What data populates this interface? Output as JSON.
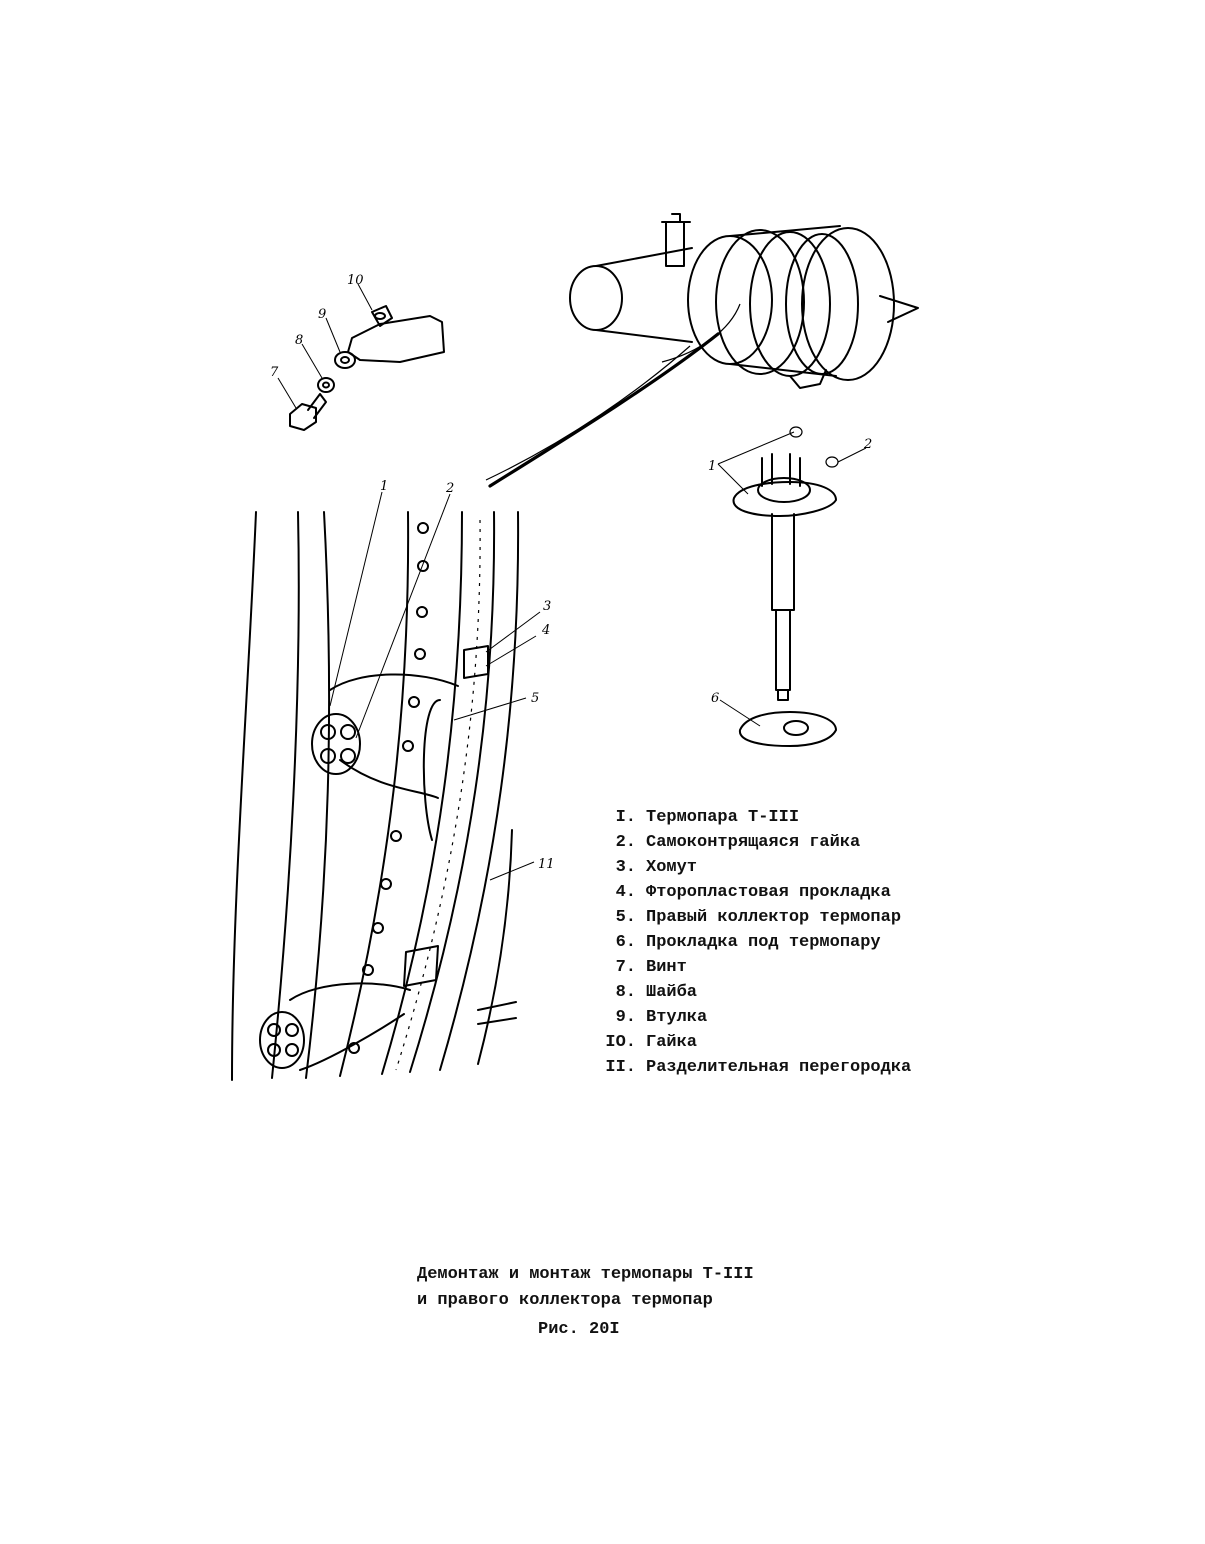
{
  "legend": [
    {
      "num": "I.",
      "text": "Термопара Т-III"
    },
    {
      "num": "2.",
      "text": "Самоконтрящаяся гайка"
    },
    {
      "num": "3.",
      "text": "Хомут"
    },
    {
      "num": "4.",
      "text": "Фторопластовая прокладка"
    },
    {
      "num": "5.",
      "text": "Правый коллектор термопар"
    },
    {
      "num": "6.",
      "text": "Прокладка под термопару"
    },
    {
      "num": "7.",
      "text": "Винт"
    },
    {
      "num": "8.",
      "text": "Шайба"
    },
    {
      "num": "9.",
      "text": "Втулка"
    },
    {
      "num": "IO.",
      "text": "Гайка"
    },
    {
      "num": "II.",
      "text": "Разделительная перегородка"
    }
  ],
  "callouts": {
    "c1": "1",
    "c2": "2",
    "c3": "3",
    "c4": "4",
    "c5": "5",
    "c6": "6",
    "c7": "7",
    "c8": "8",
    "c9": "9",
    "c10": "10",
    "c11": "11"
  },
  "caption": {
    "line1": "Демонтаж и монтаж термопары Т-III",
    "line2": "и правого коллектора термопар",
    "figure": "Рис. 20I"
  }
}
